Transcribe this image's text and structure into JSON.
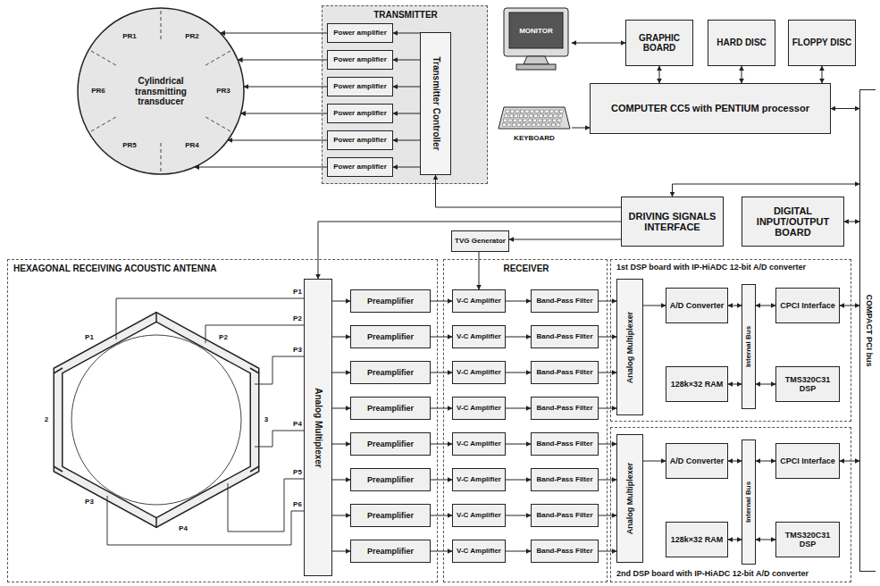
{
  "diagram": {
    "nodes": [
      {
        "text": [
          "TRANSMITTER"
        ]
      },
      {
        "text": [
          "Power amplifier"
        ],
        "in": 0
      },
      {
        "text": [
          "Power amplifier"
        ],
        "in": 0
      },
      {
        "text": [
          "Power amplifier"
        ],
        "in": 0
      },
      {
        "text": [
          "Power amplifier"
        ],
        "in": 0
      },
      {
        "text": [
          "Power amplifier"
        ],
        "in": 0
      },
      {
        "text": [
          "Power amplifier"
        ],
        "in": 0
      },
      {
        "text": [
          "Transmitter Controller"
        ],
        "in": 0
      },
      {
        "text": [
          "Cylindrical transmitting transducer"
        ]
      },
      {
        "text": [
          "MONITOR"
        ]
      },
      {
        "text": [
          "GRAPHIC BOARD"
        ]
      },
      {
        "text": [
          "HARD DISC"
        ]
      },
      {
        "text": [
          "FLOPPY DISC"
        ]
      },
      {
        "text": [
          "KEYBOARD"
        ]
      },
      {
        "text": [
          "COMPUTER CC5 with PENTIUM processor"
        ]
      },
      {
        "text": [
          "DRIVING SIGNALS INTERFACE"
        ]
      },
      {
        "text": [
          "DIGITAL INPUT/OUTPUT BOARD"
        ]
      },
      {
        "text": [
          "COMPACT PCI bus"
        ]
      },
      {
        "text": [
          "TVG Generator"
        ]
      },
      {
        "text": [
          "HEXAGONAL RECEIVING ACOUSTIC ANTENNA"
        ]
      },
      {
        "text": [
          "Analog Multiplexer"
        ],
        "in": 19
      },
      {
        "text": [
          "Preamplifier"
        ],
        "in": 19
      },
      {
        "text": [
          "Preamplifier"
        ],
        "in": 19
      },
      {
        "text": [
          "Preamplifier"
        ],
        "in": 19
      },
      {
        "text": [
          "Preamplifier"
        ],
        "in": 19
      },
      {
        "text": [
          "Preamplifier"
        ],
        "in": 19
      },
      {
        "text": [
          "Preamplifier"
        ],
        "in": 19
      },
      {
        "text": [
          "Preamplifier"
        ],
        "in": 19
      },
      {
        "text": [
          "Preamplifier"
        ],
        "in": 19
      },
      {
        "text": [
          "RECEIVER"
        ]
      },
      {
        "text": [
          "V-C Amplifier"
        ],
        "in": 29
      },
      {
        "text": [
          "V-C Amplifier"
        ],
        "in": 29
      },
      {
        "text": [
          "V-C Amplifier"
        ],
        "in": 29
      },
      {
        "text": [
          "V-C Amplifier"
        ],
        "in": 29
      },
      {
        "text": [
          "V-C Amplifier"
        ],
        "in": 29
      },
      {
        "text": [
          "V-C Amplifier"
        ],
        "in": 29
      },
      {
        "text": [
          "V-C Amplifier"
        ],
        "in": 29
      },
      {
        "text": [
          "V-C Amplifier"
        ],
        "in": 29
      },
      {
        "text": [
          "Band-Pass Filter"
        ],
        "in": 29
      },
      {
        "text": [
          "Band-Pass Filter"
        ],
        "in": 29
      },
      {
        "text": [
          "Band-Pass Filter"
        ],
        "in": 29
      },
      {
        "text": [
          "Band-Pass Filter"
        ],
        "in": 29
      },
      {
        "text": [
          "Band-Pass Filter"
        ],
        "in": 29
      },
      {
        "text": [
          "Band-Pass Filter"
        ],
        "in": 29
      },
      {
        "text": [
          "Band-Pass Filter"
        ],
        "in": 29
      },
      {
        "text": [
          "Band-Pass Filter"
        ],
        "in": 29
      },
      {
        "text": [
          "1st DSP board with IP-HiADC 12-bit A/D converter"
        ]
      },
      {
        "text": [
          "Analog Multiplexer"
        ],
        "in": 46
      },
      {
        "text": [
          "A/D Converter"
        ],
        "in": 46
      },
      {
        "text": [
          "CPCI Interface"
        ],
        "in": 46
      },
      {
        "text": [
          "Internal Bus"
        ],
        "in": 46
      },
      {
        "text": [
          "128k×32 RAM"
        ],
        "in": 46
      },
      {
        "text": [
          "TMS320C31 DSP"
        ],
        "in": 46
      },
      {
        "text": [
          "2nd DSP board with IP-HiADC 12-bit A/D converter"
        ]
      },
      {
        "text": [
          "Analog Multiplexer"
        ],
        "in": 53
      },
      {
        "text": [
          "A/D Converter"
        ],
        "in": 53
      },
      {
        "text": [
          "CPCI Interface"
        ],
        "in": 53
      },
      {
        "text": [
          "Internal Bus"
        ],
        "in": 53
      },
      {
        "text": [
          "128k×32 RAM"
        ],
        "in": 53
      },
      {
        "text": [
          "TMS320C31 DSP"
        ],
        "in": 53
      }
    ],
    "edges": [
      {
        "from": 7,
        "to": 1,
        "arrow": "to"
      },
      {
        "from": 7,
        "to": 2,
        "arrow": "to"
      },
      {
        "from": 7,
        "to": 3,
        "arrow": "to"
      },
      {
        "from": 7,
        "to": 4,
        "arrow": "to"
      },
      {
        "from": 7,
        "to": 5,
        "arrow": "to"
      },
      {
        "from": 7,
        "to": 6,
        "arrow": "to"
      },
      {
        "from": 1,
        "to": 8,
        "arrow": "to"
      },
      {
        "from": 2,
        "to": 8,
        "arrow": "to"
      },
      {
        "from": 3,
        "to": 8,
        "arrow": "to"
      },
      {
        "from": 4,
        "to": 8,
        "arrow": "to"
      },
      {
        "from": 5,
        "to": 8,
        "arrow": "to"
      },
      {
        "from": 6,
        "to": 8,
        "arrow": "to"
      },
      {
        "from": 9,
        "to": 10,
        "arrow": "both"
      },
      {
        "from": 14,
        "to": 10,
        "arrow": "both"
      },
      {
        "from": 14,
        "to": 11,
        "arrow": "both"
      },
      {
        "from": 14,
        "to": 12,
        "arrow": "both"
      },
      {
        "from": 13,
        "to": 14,
        "arrow": "to"
      },
      {
        "from": 14,
        "to": 17,
        "arrow": "both"
      },
      {
        "from": 15,
        "to": 17,
        "arrow": "both"
      },
      {
        "from": 16,
        "to": 17,
        "arrow": "both"
      },
      {
        "from": 15,
        "to": 7,
        "arrow": "to"
      },
      {
        "from": 15,
        "to": 20,
        "arrow": "to"
      },
      {
        "from": 15,
        "to": 18,
        "arrow": "to"
      },
      {
        "from": 18,
        "to": 30,
        "arrow": "to"
      },
      {
        "from": 20,
        "to": 21,
        "arrow": "to"
      },
      {
        "from": 20,
        "to": 22,
        "arrow": "to"
      },
      {
        "from": 20,
        "to": 23,
        "arrow": "to"
      },
      {
        "from": 20,
        "to": 24,
        "arrow": "to"
      },
      {
        "from": 20,
        "to": 25,
        "arrow": "to"
      },
      {
        "from": 20,
        "to": 26,
        "arrow": "to"
      },
      {
        "from": 20,
        "to": 27,
        "arrow": "to"
      },
      {
        "from": 20,
        "to": 28,
        "arrow": "to"
      },
      {
        "from": 21,
        "to": 30,
        "arrow": "to"
      },
      {
        "from": 22,
        "to": 31,
        "arrow": "to"
      },
      {
        "from": 23,
        "to": 32,
        "arrow": "to"
      },
      {
        "from": 24,
        "to": 33,
        "arrow": "to"
      },
      {
        "from": 25,
        "to": 34,
        "arrow": "to"
      },
      {
        "from": 26,
        "to": 35,
        "arrow": "to"
      },
      {
        "from": 27,
        "to": 36,
        "arrow": "to"
      },
      {
        "from": 28,
        "to": 37,
        "arrow": "to"
      },
      {
        "from": 30,
        "to": 38,
        "arrow": "to"
      },
      {
        "from": 31,
        "to": 39,
        "arrow": "to"
      },
      {
        "from": 32,
        "to": 40,
        "arrow": "to"
      },
      {
        "from": 33,
        "to": 41,
        "arrow": "to"
      },
      {
        "from": 34,
        "to": 42,
        "arrow": "to"
      },
      {
        "from": 35,
        "to": 43,
        "arrow": "to"
      },
      {
        "from": 36,
        "to": 44,
        "arrow": "to"
      },
      {
        "from": 37,
        "to": 45,
        "arrow": "to"
      },
      {
        "from": 38,
        "to": 47,
        "arrow": "to"
      },
      {
        "from": 39,
        "to": 47,
        "arrow": "to"
      },
      {
        "from": 40,
        "to": 47,
        "arrow": "to"
      },
      {
        "from": 41,
        "to": 47,
        "arrow": "to"
      },
      {
        "from": 42,
        "to": 54,
        "arrow": "to"
      },
      {
        "from": 43,
        "to": 54,
        "arrow": "to"
      },
      {
        "from": 44,
        "to": 54,
        "arrow": "to"
      },
      {
        "from": 45,
        "to": 54,
        "arrow": "to"
      },
      {
        "from": 47,
        "to": 48,
        "arrow": "to"
      },
      {
        "from": 48,
        "to": 50,
        "arrow": "both"
      },
      {
        "from": 51,
        "to": 50,
        "arrow": "both"
      },
      {
        "from": 50,
        "to": 49,
        "arrow": "both"
      },
      {
        "from": 50,
        "to": 52,
        "arrow": "both"
      },
      {
        "from": 49,
        "to": 17,
        "arrow": "both"
      },
      {
        "from": 54,
        "to": 55,
        "arrow": "to"
      },
      {
        "from": 55,
        "to": 57,
        "arrow": "both"
      },
      {
        "from": 58,
        "to": 57,
        "arrow": "both"
      },
      {
        "from": 57,
        "to": 56,
        "arrow": "both"
      },
      {
        "from": 57,
        "to": 59,
        "arrow": "both"
      },
      {
        "from": 56,
        "to": 17,
        "arrow": "both"
      }
    ],
    "labels": [
      "P1",
      "P2",
      "2",
      "3",
      "P3",
      "P4",
      "P1",
      "P2",
      "P3",
      "P4",
      "P5",
      "P6",
      "PR1",
      "PR2",
      "PR3",
      "PR4",
      "PR5",
      "PR6"
    ]
  }
}
